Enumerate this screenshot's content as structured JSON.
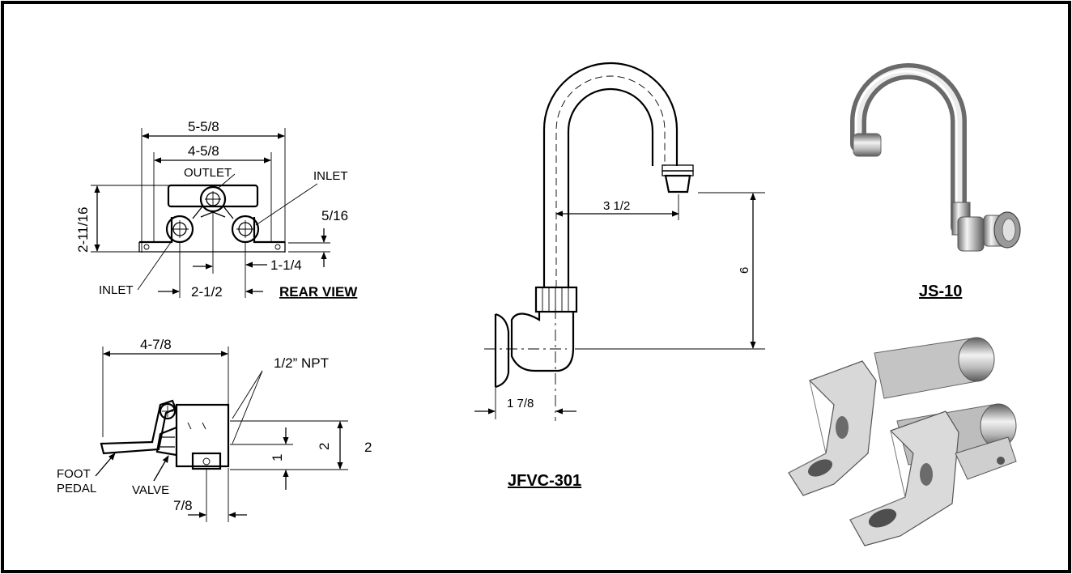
{
  "rear_view": {
    "title": "REAR VIEW",
    "dim_overall_width": "5-5/8",
    "dim_inner_width": "4-5/8",
    "dim_height": "2-11/16",
    "dim_foot_thickness": "5/16",
    "dim_inlet_offset": "1-1/4",
    "dim_inlet_spacing": "2-1/2",
    "label_outlet": "OUTLET",
    "label_inlet_right": "INLET",
    "label_inlet_left": "INLET"
  },
  "side_view": {
    "dim_length": "4-7/8",
    "label_npt": "1/2” NPT",
    "dim_height_2": "2",
    "dim_height_1": "1",
    "dim_outside_2": "2",
    "dim_base": "7/8",
    "label_foot": "FOOT",
    "label_pedal": "PEDAL",
    "label_valve": "VALVE"
  },
  "spout": {
    "model": "JFVC-301",
    "dim_reach": "3 1/2",
    "dim_height": "6",
    "dim_offset": "1 7/8"
  },
  "photos": {
    "faucet_model": "JS-10"
  },
  "colors": {
    "line": "#000000",
    "background": "#ffffff",
    "chrome_light": "#e6e6e6",
    "chrome_dark": "#7a7a7a"
  }
}
